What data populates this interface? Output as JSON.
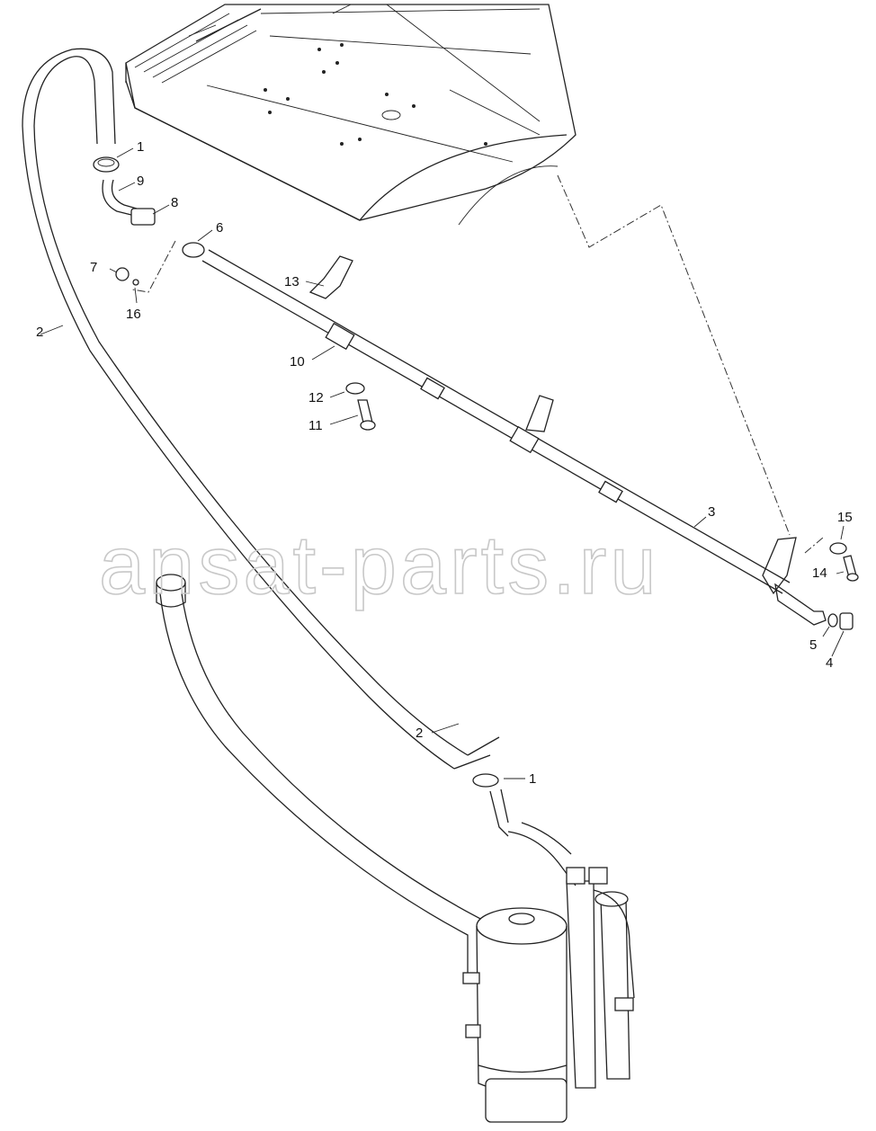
{
  "watermark": "ansat-parts.ru",
  "callouts": {
    "c1_top": "1",
    "c9": "9",
    "c8": "8",
    "c6": "6",
    "c7": "7",
    "c16": "16",
    "c2_left": "2",
    "c13": "13",
    "c10": "10",
    "c12": "12",
    "c11": "11",
    "c3": "3",
    "c15": "15",
    "c14": "14",
    "c5": "5",
    "c4": "4",
    "c2_mid": "2",
    "c1_bottom": "1"
  }
}
